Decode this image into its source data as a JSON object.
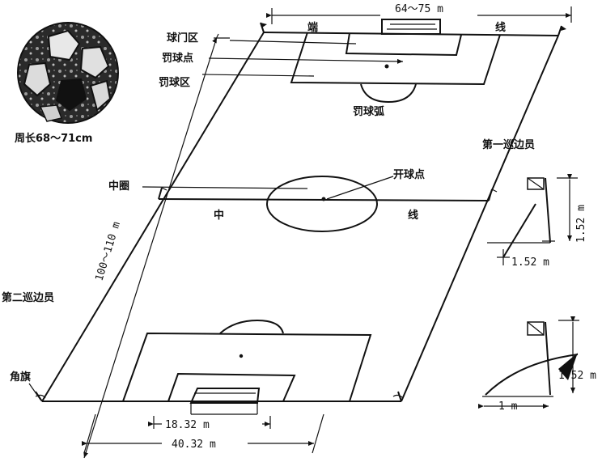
{
  "ball": {
    "caption": "周长68～71cm"
  },
  "field": {
    "end_line_top_left": "端",
    "end_line_top_right": "线",
    "width_range": "64～75 m",
    "halfway_left": "中",
    "halfway_right": "线",
    "length_range": "100～110 m"
  },
  "labels": {
    "goal_area": "球门区",
    "penalty_spot": "罚球点",
    "penalty_area": "罚球区",
    "penalty_arc": "罚球弧",
    "center_circle": "中圈",
    "kickoff_spot": "开球点",
    "first_linesman": "第一巡边员",
    "second_linesman": "第二巡边员",
    "corner_flag": "角旗"
  },
  "dims": {
    "goal_area_width": "18.32 m",
    "penalty_area_width": "40.32 m",
    "flag_height": "1.52 m",
    "flag_height_corner": "1.52 m",
    "flag_offset": "1.52 m",
    "corner_arc_radius": "1 m"
  }
}
